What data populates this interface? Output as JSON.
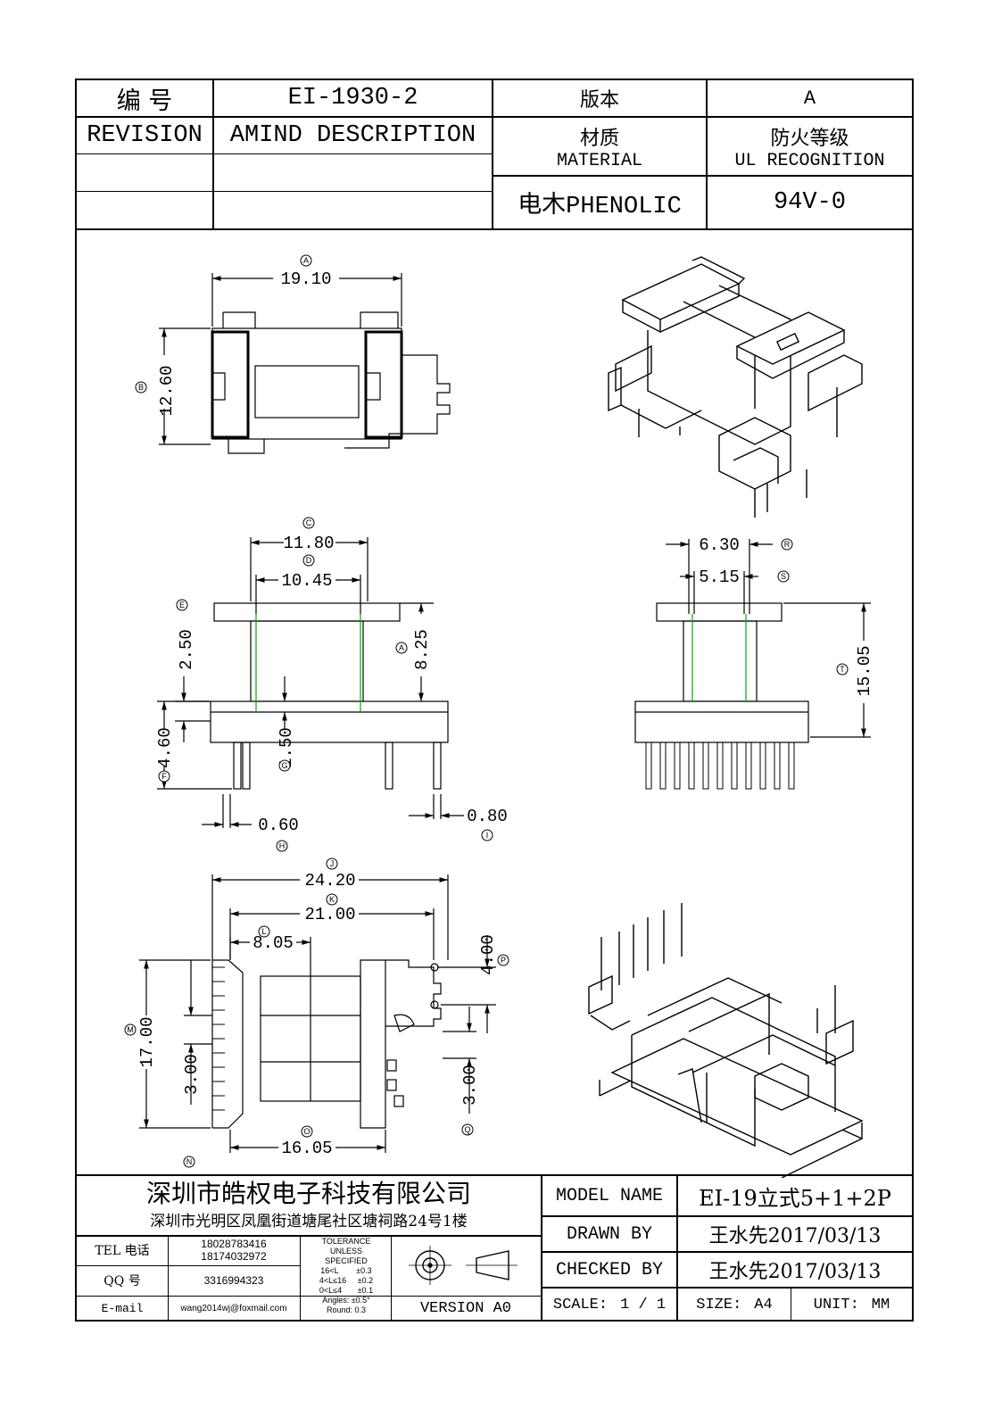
{
  "header": {
    "number_label": "编    号",
    "number_value": "EI-1930-2",
    "version_label": "版本",
    "version_value": "A",
    "revision_label": "REVISION",
    "amind_label": "AMIND DESCRIPTION",
    "material_label_cn": "材质",
    "material_label_en": "MATERIAL",
    "ul_label_cn": "防火等级",
    "ul_label_en": "UL RECOGNITION",
    "material_value": "电木PHENOLIC",
    "ul_value": "94V-0"
  },
  "dimensions": {
    "a": "19.10",
    "b": "12.60",
    "c": "11.80",
    "d": "10.45",
    "e": "2.50",
    "f": "8.25",
    "g": "4.60",
    "h": "1.50",
    "i": "0.60",
    "j": "0.80",
    "k": "6.30",
    "l": "5.15",
    "m": "15.05",
    "n": "24.20",
    "o": "21.00",
    "p": "8.05",
    "q": "4.00",
    "r": "17.00",
    "s": "3.00",
    "t": "3.00",
    "u": "16.05"
  },
  "callouts": [
    "A",
    "B",
    "C",
    "D",
    "E",
    "A",
    "F",
    "G",
    "H",
    "I",
    "R",
    "S",
    "T",
    "J",
    "K",
    "L",
    "M",
    "N",
    "O",
    "P",
    "Q"
  ],
  "footer": {
    "company": "深圳市皓权电子科技有限公司",
    "address": "深圳市光明区凤凰街道塘尾社区塘祠路24号1楼",
    "tel_label": "TEL 电话",
    "tel_1": "18028783416",
    "tel_2": "18174032972",
    "qq_label": "QQ   号",
    "qq_value": "3316994323",
    "email_label": "E-mail",
    "email_value": "wang2014wj@foxmail.com",
    "tolerance": [
      "TOLERANCE",
      "UNLESS",
      "SPECIFIED",
      "16<L        ±0.3",
      "4<L≤16     ±0.2",
      "0<L≤4       ±0.1",
      "Angles: ±0.5°",
      "Round: 0.3"
    ],
    "version": "VERSION A0",
    "model_name_label": "MODEL NAME",
    "model_name_value": "EI-19立式5+1+2P",
    "drawn_by_label": "DRAWN BY",
    "drawn_by_value": "王水先2017/03/13",
    "checked_by_label": "CHECKED BY",
    "checked_by_value": "王水先2017/03/13",
    "scale_label": "SCALE:",
    "scale_value": "1 / 1",
    "size_label": "SIZE:",
    "size_value": "A4",
    "unit_label": "UNIT:",
    "unit_value": "MM"
  }
}
